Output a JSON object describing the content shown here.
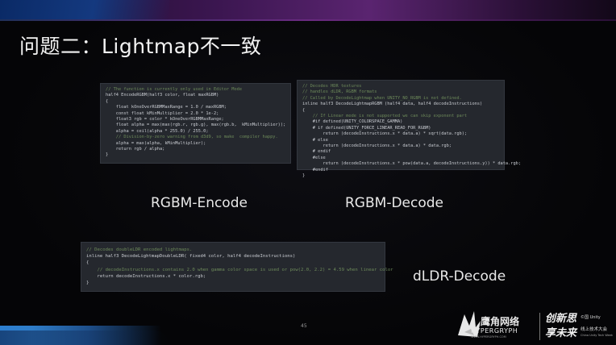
{
  "slide": {
    "title": "问题二：Lightmap不一致",
    "page_number": "45"
  },
  "code_panels": {
    "encode": {
      "lines": [
        {
          "cls": "c-cm",
          "text": "// The function is currently only used in Editor Mode"
        },
        {
          "cls": "",
          "text": "half4 EncodeRGBM(half3 color, float maxRGBM)"
        },
        {
          "cls": "",
          "text": "{"
        },
        {
          "cls": "",
          "text": "    float kOneOverRGBMMaxRange = 1.0 / maxRGBM;"
        },
        {
          "cls": "",
          "text": "    const float kMinMultiplier = 2.0 * 1e-2;"
        },
        {
          "cls": "",
          "text": "    float3 rgb = color * kOneOverRGBMMaxRange;"
        },
        {
          "cls": "",
          "text": "    float alpha = max(max(rgb.r, rgb.g), max(rgb.b,  kMinMultiplier));"
        },
        {
          "cls": "",
          "text": "    alpha = ceil(alpha * 255.0) / 255.0;"
        },
        {
          "cls": "c-cm",
          "text": "    // Division-by-zero warning from d3d9, so make  compiler happy."
        },
        {
          "cls": "",
          "text": "    alpha = max(alpha, kMinMultiplier);"
        },
        {
          "cls": "",
          "text": "    return rgb / alpha;"
        },
        {
          "cls": "",
          "text": "}"
        }
      ]
    },
    "decode": {
      "lines": [
        {
          "cls": "c-cm",
          "text": "// Decodes HDR textures"
        },
        {
          "cls": "c-cm",
          "text": "// handles dLDR, RGBM formats"
        },
        {
          "cls": "c-cm",
          "text": "// Called by DecodeLightmap when UNITY_NO_RGBM is not defined."
        },
        {
          "cls": "",
          "text": "inline half3 DecodeLightmapRGBM (half4 data, half4 decodeInstructions)"
        },
        {
          "cls": "",
          "text": "{"
        },
        {
          "cls": "c-cm",
          "text": "    // If Linear mode is not supported we can skip exponent part"
        },
        {
          "cls": "",
          "text": "    #if defined(UNITY_COLORSPACE_GAMMA)"
        },
        {
          "cls": "",
          "text": "    # if defined(UNITY_FORCE_LINEAR_READ_FOR_RGBM)"
        },
        {
          "cls": "",
          "text": "        return (decodeInstructions.x * data.a) * sqrt(data.rgb);"
        },
        {
          "cls": "",
          "text": "    # else"
        },
        {
          "cls": "",
          "text": "        return (decodeInstructions.x * data.a) * data.rgb;"
        },
        {
          "cls": "",
          "text": "    # endif"
        },
        {
          "cls": "",
          "text": "    #else"
        },
        {
          "cls": "",
          "text": "        return (decodeInstructions.x * pow(data.a, decodeInstructions.y)) * data.rgb;"
        },
        {
          "cls": "",
          "text": "    #endif"
        },
        {
          "cls": "",
          "text": "}"
        }
      ]
    },
    "dldr": {
      "lines": [
        {
          "cls": "c-cm",
          "text": "// Decodes doubleLDR encoded lightmaps."
        },
        {
          "cls": "",
          "text": "inline half3 DecodeLightmapDoubleLDR( fixed4 color, half4 decodeInstructions)"
        },
        {
          "cls": "",
          "text": "{"
        },
        {
          "cls": "c-cm",
          "text": "    // decodeInstructions.x contains 2.0 when gamma color space is used or pow(2.0, 2.2) = 4.59 when linear color"
        },
        {
          "cls": "",
          "text": "    return decodeInstructions.x * color.rgb;"
        },
        {
          "cls": "",
          "text": "}"
        }
      ]
    }
  },
  "labels": {
    "encode": "RGBM-Encode",
    "decode": "RGBM-Decode",
    "dldr": "dLDR-Decode"
  },
  "logos": {
    "hypergryph_cn": "鹰角网络",
    "hypergryph_en": "HYPERGRYPH",
    "hypergryph_url": "WWW.HYPERGRYPH.COM",
    "event_a": "创新思",
    "event_b": "享未来",
    "event_c": "©国 Unity",
    "event_d": "线上技术大会",
    "event_e": "China Unity Tech Week"
  }
}
